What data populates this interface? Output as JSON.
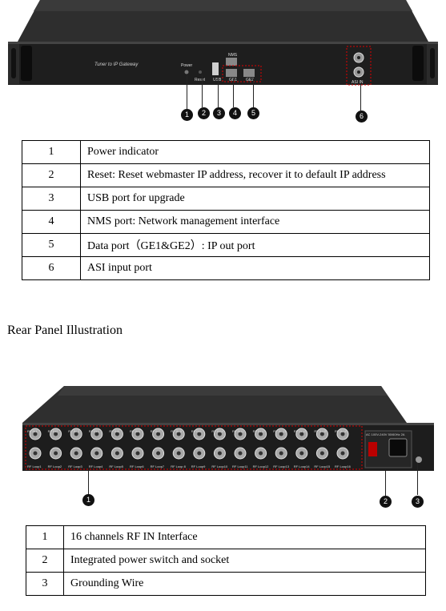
{
  "front_panel": {
    "brand_text": "Tuner to IP Gateway",
    "labels": {
      "power": "Power",
      "reset": "Reset",
      "usb": "USB",
      "nms": "NMS",
      "ge1": "GE1",
      "ge2": "GE2",
      "asi_in": "ASI IN"
    },
    "callouts": [
      "1",
      "2",
      "3",
      "4",
      "5",
      "6"
    ]
  },
  "front_table": {
    "rows": [
      {
        "num": "1",
        "desc": "Power indicator"
      },
      {
        "num": "2",
        "desc": "Reset: Reset webmaster IP address, recover it to default IP address"
      },
      {
        "num": "3",
        "desc": "USB port for upgrade"
      },
      {
        "num": "4",
        "desc": "NMS port: Network management interface"
      },
      {
        "num": "5",
        "desc": "Data port（GE1&GE2）: IP out port"
      },
      {
        "num": "6",
        "desc": "ASI input port"
      }
    ]
  },
  "rear_heading": "Rear Panel Illustration",
  "rear_panel": {
    "rf_in_labels": [
      "RF IN1",
      "RF IN2",
      "RF IN 3",
      "RF IN4",
      "RF IN5",
      "RF IN6",
      "RF IN7",
      "RF IN 8",
      "RF IN9",
      "RF IN10",
      "RF IN11",
      "RF IN12",
      "RF IN 13",
      "RF IN14",
      "RF IN15",
      "RF IN16"
    ],
    "rf_loop_labels": [
      "RF Loop1",
      "RF Loop2",
      "RF Loop3",
      "RF Loop4",
      "RF Loop5",
      "RF Loop6",
      "RF Loop7",
      "RF Loop 8",
      "RF Loop9",
      "RF Loop10",
      "RF Loop11",
      "RF Loop12",
      "RF Loop13",
      "RF Loop14",
      "RF Loop15",
      "RF Loop16"
    ],
    "power_label": "AC 100V-240V 50/60Hz 2A",
    "callouts": [
      "1",
      "2",
      "3"
    ]
  },
  "rear_table": {
    "rows": [
      {
        "num": "1",
        "desc": "16 channels RF IN Interface"
      },
      {
        "num": "2",
        "desc": "Integrated power switch and socket"
      },
      {
        "num": "3",
        "desc": "Grounding Wire"
      }
    ]
  }
}
